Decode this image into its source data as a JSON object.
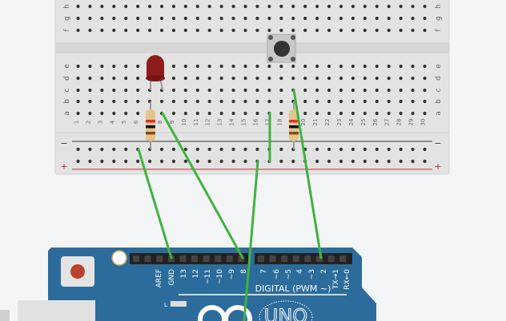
{
  "breadboard": {
    "top_rows": [
      "h",
      "g",
      "f"
    ],
    "bottom_rows": [
      "e",
      "d",
      "c",
      "b",
      "a"
    ],
    "columns": [
      "1",
      "2",
      "3",
      "4",
      "5",
      "6",
      "7",
      "8",
      "9",
      "10",
      "11",
      "12",
      "13",
      "14",
      "15",
      "16",
      "17",
      "18",
      "19",
      "20",
      "21",
      "22",
      "23",
      "24",
      "25",
      "26",
      "27",
      "28",
      "29",
      "30"
    ],
    "rail_minus": "−",
    "rail_plus": "+"
  },
  "arduino": {
    "header1_pins": [
      "AREF",
      "GND",
      "13",
      "12",
      "~11",
      "~10",
      "~9",
      "8"
    ],
    "header2_pins": [
      "7",
      "~6",
      "~5",
      "4",
      "~3",
      "2",
      "TX→1",
      "RX←0"
    ],
    "digital_label": "DIGITAL (PWM ~)",
    "led_label": "L",
    "model": "UNO"
  },
  "colors": {
    "wire": "#3fb33f",
    "board": "#2c6c9c",
    "led": "#8e1c1c",
    "breadboard": "#e3e3e3"
  }
}
